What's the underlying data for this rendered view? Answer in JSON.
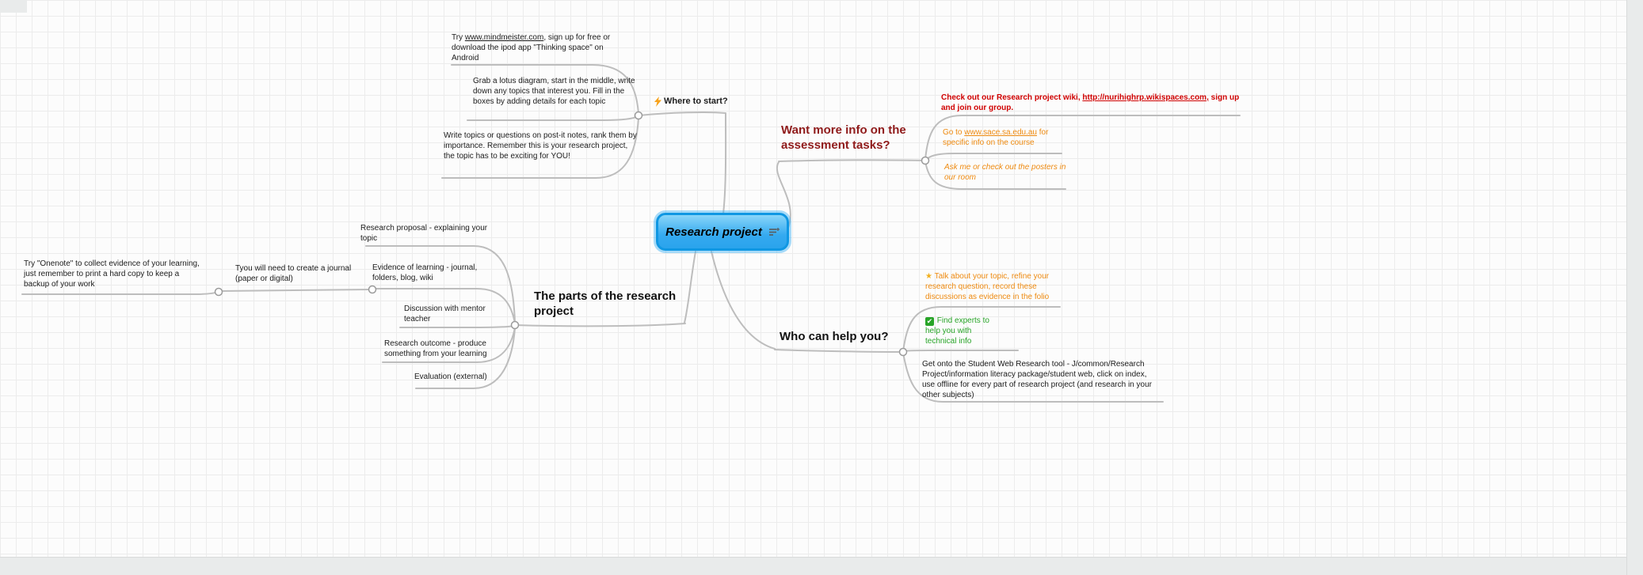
{
  "app": {
    "type": "mind-map-canvas"
  },
  "colors": {
    "root_fill": "#3fb0f2",
    "root_border": "#0f97e3",
    "maroon": "#8f1a1a",
    "red": "#d00000",
    "orange": "#ee8a10",
    "green": "#27a427",
    "connector_gray": "#bdbdbd",
    "star_gold": "#f2b01e"
  },
  "icons": {
    "where": "lightning-icon",
    "talk": "star-icon",
    "experts": "check-icon",
    "root": "note-icon",
    "star_char": "★",
    "check_char": "✔"
  },
  "root": {
    "label": "Research project"
  },
  "branches": {
    "where": {
      "label": "Where to start?",
      "children": {
        "mindmeister": {
          "pre": "Try ",
          "link": "www.mindmeister.com",
          "post": ", sign up for free or download the ipod app \"Thinking space\" on Android"
        },
        "lotus": {
          "text": "Grab a lotus diagram, start in the middle, write down any topics that interest you. Fill in the boxes by adding details for each topic"
        },
        "postit": {
          "text": "Write topics or questions on post-it notes, rank them by importance. Remember this is your research project, the topic has to be exciting for YOU!"
        }
      }
    },
    "info": {
      "label": "Want more info on the assessment tasks?",
      "children": {
        "wiki": {
          "pre": "Check out our Research project wiki, ",
          "link": "http://nurihighrp.wikispaces.com,",
          "post": " sign up and join our group."
        },
        "sace": {
          "pre": "Go to ",
          "link": "www.sace.sa.edu.au",
          "post": " for specific info on the course"
        },
        "posters": {
          "text": "Ask me or check out the posters in our room"
        }
      }
    },
    "parts": {
      "label": "The parts of the research project",
      "children": {
        "proposal": {
          "text": "Research proposal - explaining your topic"
        },
        "evidence": {
          "text": "Evidence of learning - journal, folders, blog, wiki"
        },
        "discussion": {
          "text": "Discussion with mentor teacher"
        },
        "outcome": {
          "text": "Research outcome - produce something from your learning"
        },
        "evaluation": {
          "text": "Evaluation (external)"
        },
        "journal": {
          "text": "Tyou will need to create a journal (paper or digital)"
        },
        "onenote": {
          "text": "Try \"Onenote\" to collect evidence of your learning, just remember to print a hard copy to keep a backup of your work"
        }
      }
    },
    "help": {
      "label": "Who can help you?",
      "children": {
        "talk": {
          "text": "Talk about your topic, refine your research question, record these discussions as evidence in the folio"
        },
        "experts": {
          "text": "Find experts to help you with technical info"
        },
        "studentweb": {
          "text": "Get onto the Student Web Research tool - J/common/Research Project/information literacy package/student web, click on index, use offline for every part of research project (and research in your other subjects)"
        }
      }
    }
  }
}
